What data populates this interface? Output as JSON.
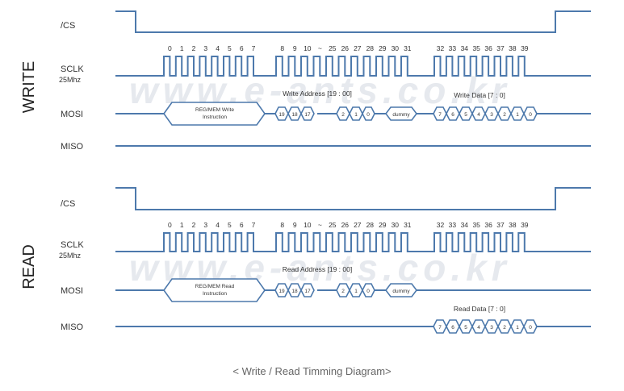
{
  "caption": "< Write / Read Timming Diagram>",
  "watermark": "www.e-ants.co.kr",
  "colors": {
    "waveform": "#4d79ac",
    "text": "#333333",
    "watermark": "#e6e9ee"
  },
  "clock_label_groups": [
    [
      "0",
      "1",
      "2",
      "3",
      "4",
      "5",
      "6",
      "7"
    ],
    [
      "8",
      "9",
      "10",
      "~",
      "25",
      "26",
      "27",
      "28",
      "29",
      "30",
      "31"
    ],
    [
      "32",
      "33",
      "34",
      "35",
      "36",
      "37",
      "38",
      "39"
    ]
  ],
  "write": {
    "mode_label": "WRITE",
    "cs_label": "/CS",
    "sclk_label": "SCLK",
    "sclk_freq": "25Mhz",
    "mosi_label": "MOSI",
    "miso_label": "MISO",
    "instruction": [
      "REG/MEM  Write",
      "Instruction"
    ],
    "address_label": "Write Address [19 : 00]",
    "address_bits": [
      "19",
      "18",
      "17",
      "2",
      "1",
      "0"
    ],
    "dummy": "dummy",
    "data_label": "Write Data [7 : 0]",
    "data_bits": [
      "7",
      "6",
      "5",
      "4",
      "3",
      "2",
      "1",
      "0"
    ]
  },
  "read": {
    "mode_label": "READ",
    "cs_label": "/CS",
    "sclk_label": "SCLK",
    "sclk_freq": "25Mhz",
    "mosi_label": "MOSI",
    "miso_label": "MISO",
    "instruction": [
      "REG/MEM  Read",
      "Instruction"
    ],
    "address_label": "Read Address [19 : 00]",
    "address_bits": [
      "19",
      "18",
      "17",
      "2",
      "1",
      "0"
    ],
    "dummy": "dummy",
    "data_label": "Read Data [7 : 0]",
    "data_bits": [
      "7",
      "6",
      "5",
      "4",
      "3",
      "2",
      "1",
      "0"
    ]
  }
}
